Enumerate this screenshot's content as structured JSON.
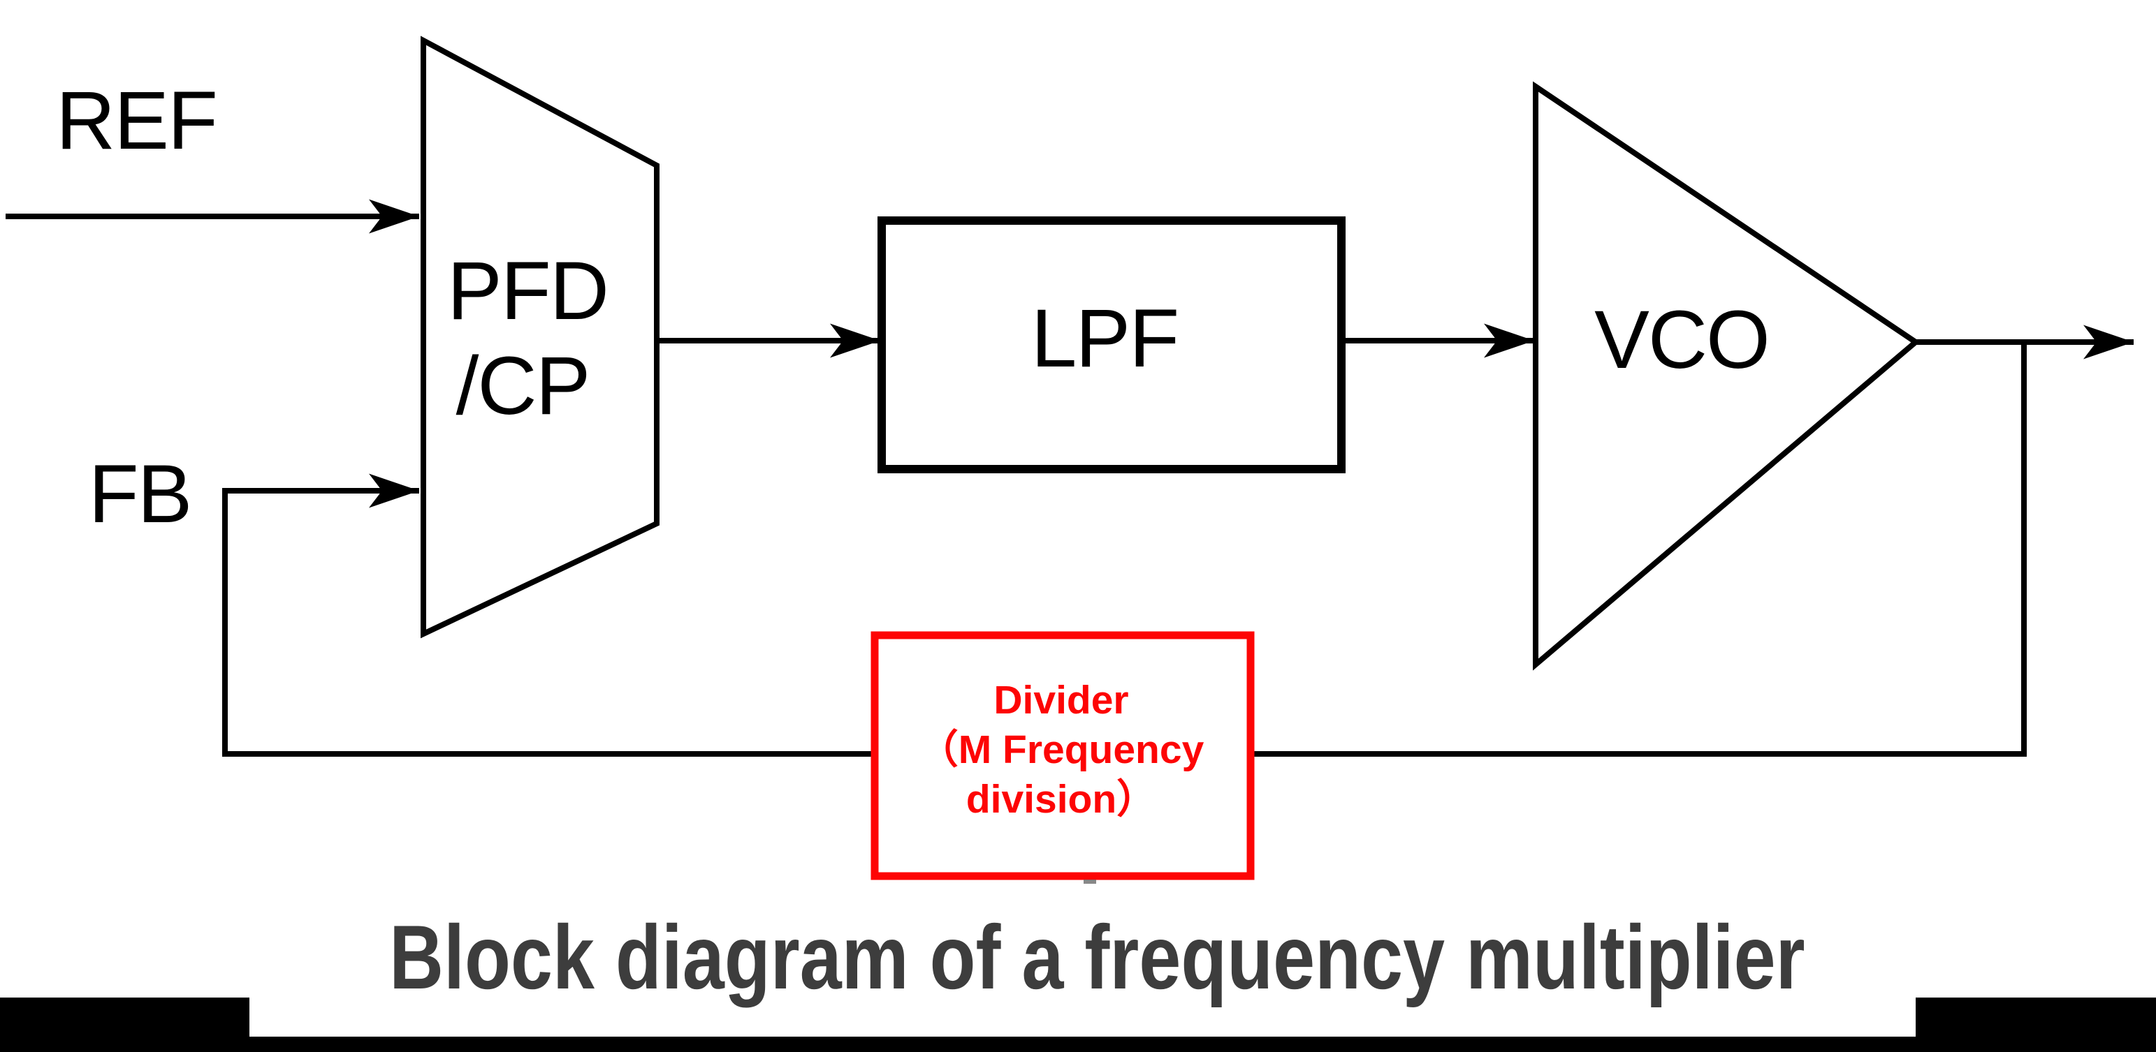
{
  "diagram": {
    "input_labels": {
      "ref": "REF",
      "fb": "FB"
    },
    "blocks": {
      "pfd_cp": {
        "line1": "PFD",
        "line2": "/CP"
      },
      "lpf": {
        "label": "LPF"
      },
      "vco": {
        "label": "VCO"
      },
      "divider": {
        "line1": "Divider",
        "line2": "（M Frequency",
        "line3": "division）"
      }
    },
    "colors": {
      "line": "#000000",
      "divider_accent": "#fd0505",
      "caption": "#3d3d3d"
    }
  },
  "caption": {
    "text": "Block diagram of a frequency multiplier"
  }
}
